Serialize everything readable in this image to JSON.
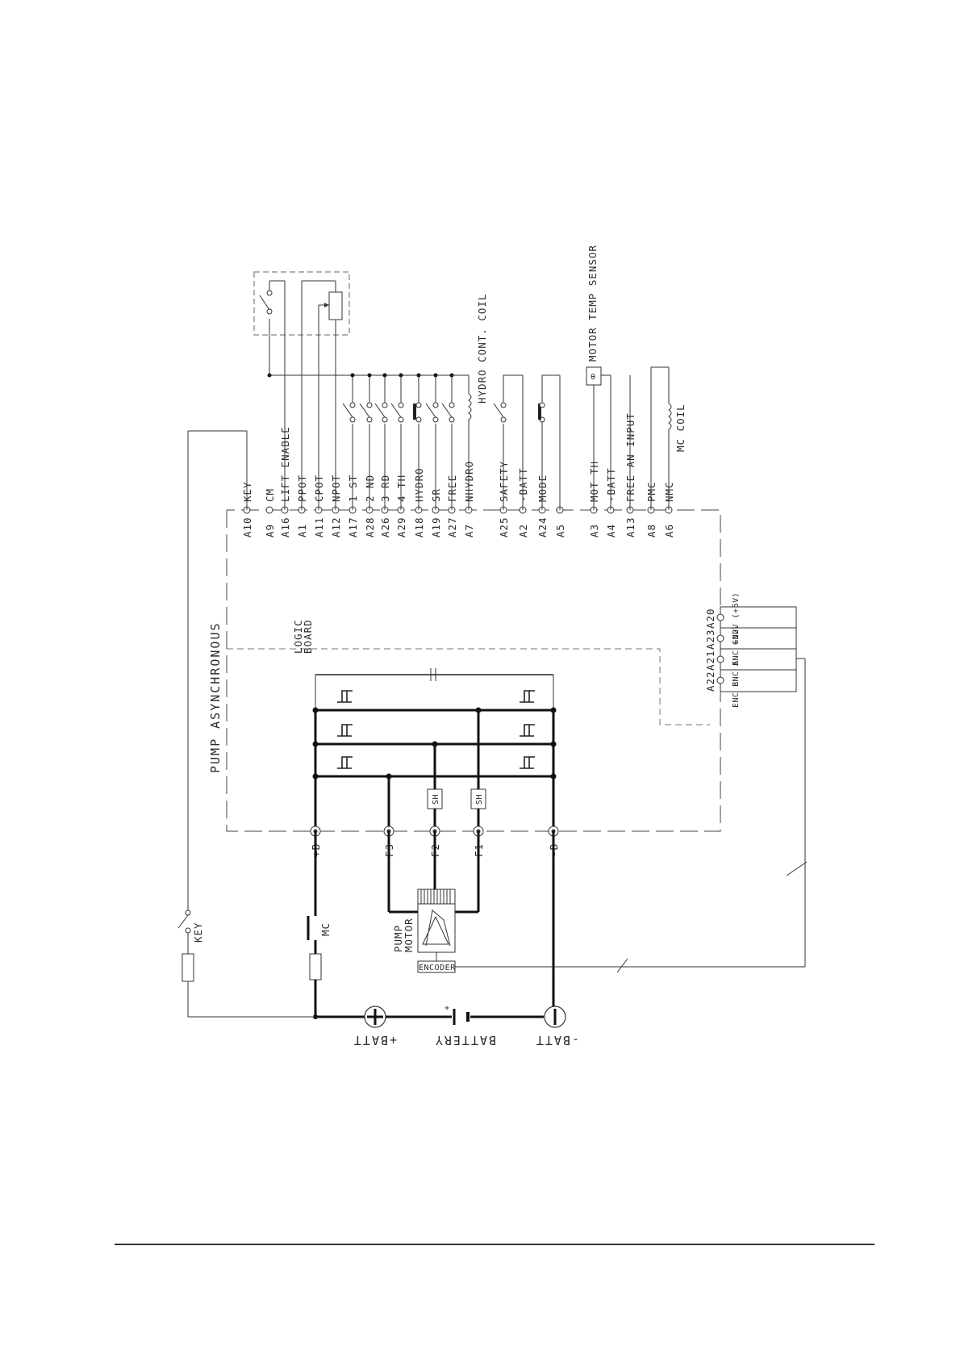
{
  "diagram": {
    "board_title": "PUMP ASYNCHRONOUS",
    "logic_board_label": [
      "LOGIC",
      "BOARD"
    ],
    "pins_top": [
      {
        "pin": "A10",
        "name": "KEY"
      },
      {
        "pin": "A9",
        "name": "CM"
      },
      {
        "pin": "A16",
        "name": "LIFT ENABLE"
      },
      {
        "pin": "A1",
        "name": "PPOT"
      },
      {
        "pin": "A11",
        "name": "CPOT"
      },
      {
        "pin": "A12",
        "name": "NPOT"
      },
      {
        "pin": "A17",
        "name": "1 ST"
      },
      {
        "pin": "A28",
        "name": "2 ND"
      },
      {
        "pin": "A26",
        "name": "3 RD"
      },
      {
        "pin": "A29",
        "name": "4 TH"
      },
      {
        "pin": "A18",
        "name": "HYDRO"
      },
      {
        "pin": "A19",
        "name": "SR"
      },
      {
        "pin": "A27",
        "name": "FREE"
      },
      {
        "pin": "A7",
        "name": "NHYDRO"
      },
      {
        "pin": "A25",
        "name": "SAFETY"
      },
      {
        "pin": "A2",
        "name": "-BATT"
      },
      {
        "pin": "A24",
        "name": "MODE"
      },
      {
        "pin": "A5",
        "name": ""
      },
      {
        "pin": "A3",
        "name": "MOT TH"
      },
      {
        "pin": "A4",
        "name": "-BATT"
      },
      {
        "pin": "A13",
        "name": "FREE AN INPUT"
      },
      {
        "pin": "A8",
        "name": "PMC"
      },
      {
        "pin": "A6",
        "name": "NMC"
      }
    ],
    "encoder_pins": [
      {
        "pin": "A20",
        "name": "+12V (+5V)"
      },
      {
        "pin": "A23",
        "name": "ENC GND"
      },
      {
        "pin": "A21",
        "name": "ENC A"
      },
      {
        "pin": "A22",
        "name": "ENC B"
      }
    ],
    "power_terminals": [
      "+B",
      "F3",
      "F2",
      "F1",
      "-B"
    ],
    "shunt_label": "SH",
    "hydro_coil_label": "HYDRO CONT. COIL",
    "motor_temp_label": "MOTOR TEMP SENSOR",
    "theta_symbol": "θ",
    "mc_coil_label": "MC COIL",
    "pump_motor_label": [
      "PUMP",
      "MOTOR"
    ],
    "encoder_label": "ENCODER",
    "key_label": "KEY",
    "mc_label": "MC",
    "battery_label": "BATTERY",
    "batt_plus_label": "+BATT",
    "batt_minus_label": "-BATT",
    "plus_small": "+"
  }
}
